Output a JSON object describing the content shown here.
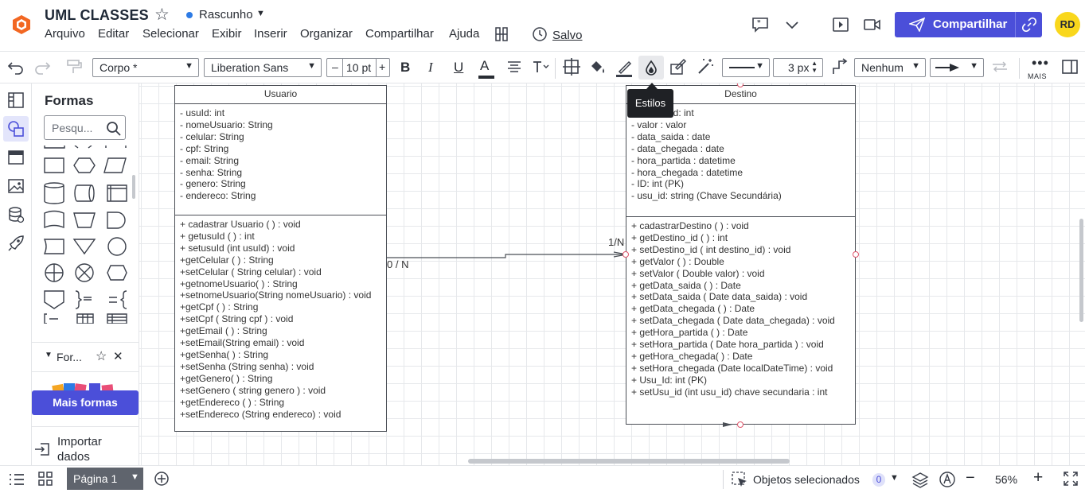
{
  "header": {
    "title": "UML CLASSES",
    "status": "Rascunho",
    "menu": [
      "Arquivo",
      "Editar",
      "Selecionar",
      "Exibir",
      "Inserir",
      "Organizar",
      "Compartilhar",
      "Ajuda"
    ],
    "saved": "Salvo",
    "share": "Compartilhar",
    "avatar": "RD"
  },
  "toolbar": {
    "style_select": "Corpo *",
    "font_select": "Liberation Sans",
    "font_size": "10 pt",
    "minus": "–",
    "plus": "+",
    "bold": "B",
    "italic": "I",
    "underline": "U",
    "text_color": "A",
    "line_width": "3 px",
    "line_end": "Nenhum",
    "more": "MAIS",
    "tooltip": "Estilos"
  },
  "shapes_panel": {
    "title": "Formas",
    "search_placeholder": "Pesqu...",
    "favorites": "For...",
    "more_shapes": "Mais formas",
    "import": "Importar dados"
  },
  "diagram": {
    "usuario": {
      "title": "Usuario",
      "attributes": [
        "- usuId: int",
        "- nomeUsuario: String",
        "- celular: String",
        "- cpf: String",
        "- email: String",
        "- senha: String",
        "- genero: String",
        "- endereco: String"
      ],
      "methods": [
        "+ cadastrar Usuario ( ) : void",
        "+ getusuId ( ) : int",
        "+ setusuId (int usuId) : void",
        "+getCelular ( ) : String",
        "+setCelular ( String celular) : void",
        "+getnomeUsuario( ) : String",
        "+setnomeUsuario(String nomeUsuario) : void",
        "+getCpf ( ) : String",
        "+setCpf ( String cpf ) : void",
        "+getEmail ( ) : String",
        "+setEmail(String email) : void",
        "+getSenha( ) : String",
        "+setSenha (String senha) : void",
        "+getGenero( ) : String",
        "+setGenero ( string genero ) : void",
        "+getEndereco ( ) : String",
        "+setEndereco (String endereco) : void"
      ]
    },
    "destino": {
      "title": "Destino",
      "attributes": [
        "id: int",
        "- valor : valor",
        "- data_saida : date",
        "- data_chegada  : date",
        "- hora_partida : datetime",
        "- hora_chegada : datetime",
        "- ID: int (PK)",
        "- usu_id: string (Chave Secundária)"
      ],
      "methods": [
        "+ cadastrarDestino ( ) : void",
        "+ getDestino_id ( ) : int",
        "+ setDestino_id  ( int destino_id) : void",
        "+ getValor ( ) : Double",
        "+ setValor ( Double valor) : void",
        "+ getData_saida ( ) : Date",
        "+ setData_saida ( Date data_saida) : void",
        "+ getData_chegada ( ) : Date",
        "+ setData_chegada ( Date data_chegada) : void",
        "+ getHora_partida ( ) : Date",
        "+ setHora_partida ( Date hora_partida ) : void",
        "+ getHora_chegada( ) : Date",
        "+ setHora_chegada (Date localDateTime) : void",
        "+ Usu_Id: int (PK)",
        "+ setUsu_id  (int usu_id) chave secundaria : int"
      ]
    },
    "rel_left": "0 / N",
    "rel_right": "1/N"
  },
  "bottom": {
    "page": "Página 1",
    "selected": "Objetos selecionados",
    "selected_count": "0",
    "zoom": "56%"
  }
}
